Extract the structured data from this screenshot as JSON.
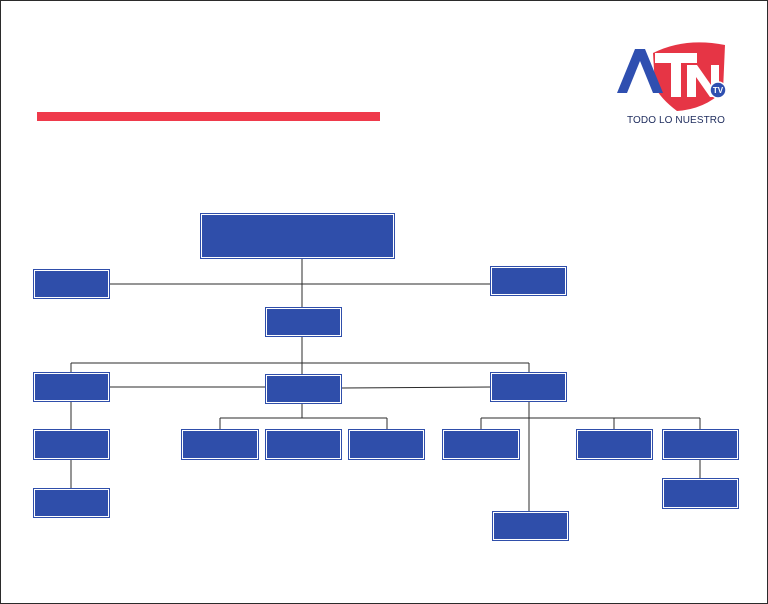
{
  "logo": {
    "brand": "ATN",
    "badge": "TV",
    "tagline": "TODO  LO NUESTRO",
    "colors": {
      "red": "#e63545",
      "blue": "#2f4fb0",
      "dark": "#1d2b5c"
    }
  },
  "accent_color": "#ef3a4b",
  "node_color": "#2f4eaa",
  "org_chart": {
    "top": {
      "label": ""
    },
    "advisors": [
      {
        "label": ""
      },
      {
        "label": ""
      }
    ],
    "second": {
      "label": ""
    },
    "departments": [
      {
        "label": ""
      },
      {
        "label": ""
      },
      {
        "label": ""
      }
    ],
    "sub_units": [
      {
        "label": ""
      },
      {
        "label": ""
      },
      {
        "label": ""
      },
      {
        "label": ""
      },
      {
        "label": ""
      },
      {
        "label": ""
      },
      {
        "label": ""
      },
      {
        "label": ""
      },
      {
        "label": ""
      },
      {
        "label": ""
      }
    ]
  }
}
